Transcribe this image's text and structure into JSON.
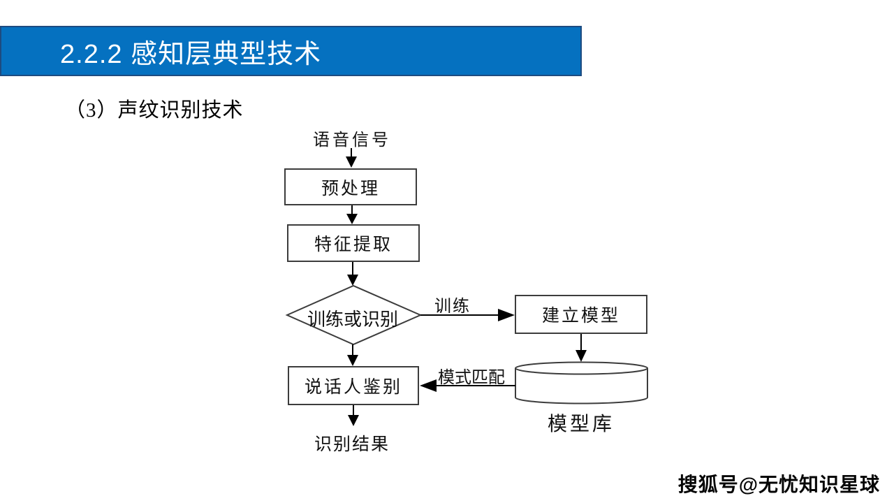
{
  "header": {
    "title": "2.2.2 感知层典型技术"
  },
  "subtitle": "（3）声纹识别技术",
  "watermark": "搜狐号@无忧知识星球",
  "flowchart": {
    "nodes": {
      "input_label": "语音信号",
      "preprocess": "预处理",
      "feature_extraction": "特征提取",
      "decision": "训练或识别",
      "build_model": "建立模型",
      "model_library": "模型库",
      "speaker_identification": "说话人鉴别",
      "result_label": "识别结果"
    },
    "edges": {
      "train_label": "训练",
      "pattern_match_label": "模式匹配"
    }
  },
  "colors": {
    "header_blue": "#0571c0",
    "header_border": "#1d4b80",
    "header_text": "#ffffff",
    "line_black": "#000000"
  }
}
